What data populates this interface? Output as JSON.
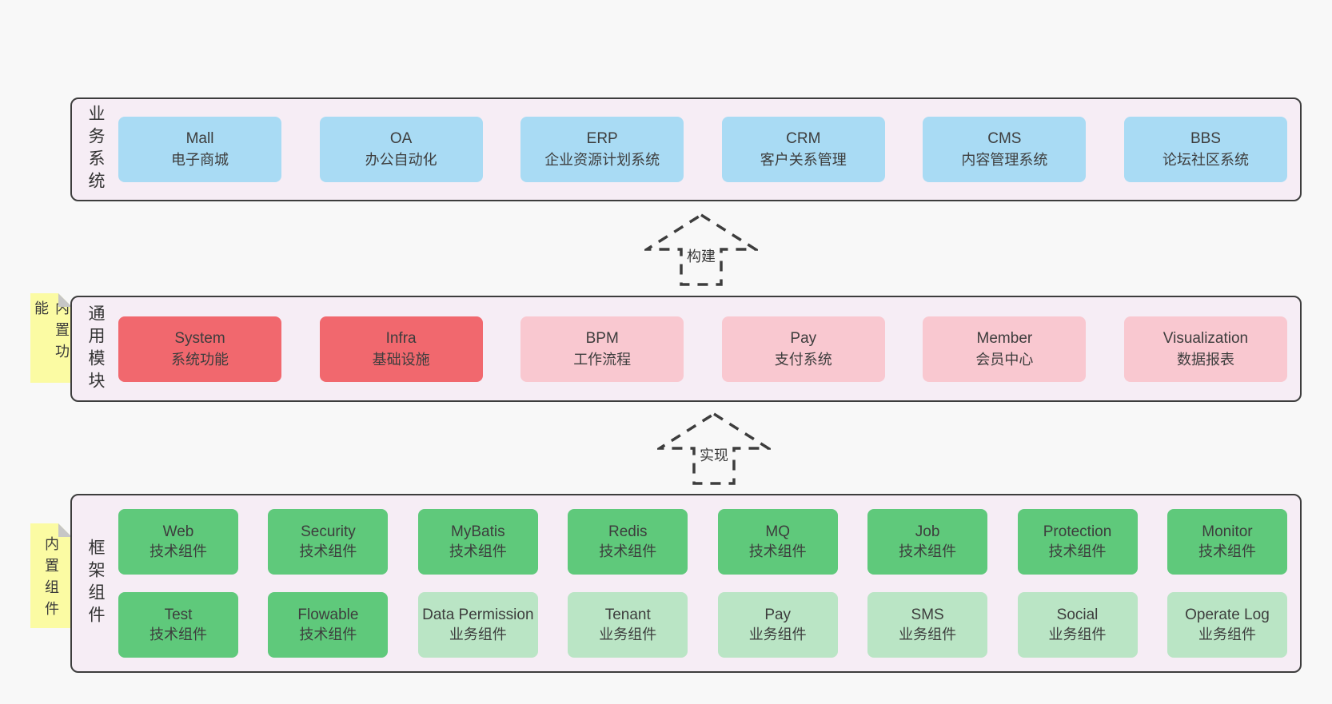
{
  "theme": {
    "page_bg": "#f8f8f8",
    "band_bg": "#f6edf5",
    "band_border": "#3d3d3d",
    "blue": "#a9dbf4",
    "red": "#f1686e",
    "pink": "#f9c8d0",
    "green": "#5fc97b",
    "green_light": "#bae5c5",
    "sticky_yellow": "#fbfba3",
    "sticky_fold": "#c6c6c6",
    "text_dark": "#3d3d3d",
    "arrow": "#3d3d3d"
  },
  "bands": [
    {
      "label": "业务系统",
      "boxes": [
        {
          "name": "Mall",
          "desc": "电子商城"
        },
        {
          "name": "OA",
          "desc": "办公自动化"
        },
        {
          "name": "ERP",
          "desc": "企业资源计划系统"
        },
        {
          "name": "CRM",
          "desc": "客户关系管理"
        },
        {
          "name": "CMS",
          "desc": "内容管理系统"
        },
        {
          "name": "BBS",
          "desc": "论坛社区系统"
        }
      ]
    },
    {
      "label": "通用模块",
      "sticky": "内置功能",
      "boxes": [
        {
          "name": "System",
          "desc": "系统功能"
        },
        {
          "name": "Infra",
          "desc": "基础设施"
        },
        {
          "name": "BPM",
          "desc": "工作流程"
        },
        {
          "name": "Pay",
          "desc": "支付系统"
        },
        {
          "name": "Member",
          "desc": "会员中心"
        },
        {
          "name": "Visualization",
          "desc": "数据报表"
        }
      ]
    },
    {
      "label": "框架组件",
      "sticky": "内置组件",
      "boxes": [
        {
          "name": "Web",
          "desc": "技术组件"
        },
        {
          "name": "Security",
          "desc": "技术组件"
        },
        {
          "name": "MyBatis",
          "desc": "技术组件"
        },
        {
          "name": "Redis",
          "desc": "技术组件"
        },
        {
          "name": "MQ",
          "desc": "技术组件"
        },
        {
          "name": "Job",
          "desc": "技术组件"
        },
        {
          "name": "Protection",
          "desc": "技术组件"
        },
        {
          "name": "Monitor",
          "desc": "技术组件"
        },
        {
          "name": "Test",
          "desc": "技术组件"
        },
        {
          "name": "Flowable",
          "desc": "技术组件"
        },
        {
          "name": "Data Permission",
          "desc": "业务组件"
        },
        {
          "name": "Tenant",
          "desc": "业务组件"
        },
        {
          "name": "Pay",
          "desc": "业务组件"
        },
        {
          "name": "SMS",
          "desc": "业务组件"
        },
        {
          "name": "Social",
          "desc": "业务组件"
        },
        {
          "name": "Operate Log",
          "desc": "业务组件"
        }
      ]
    }
  ],
  "arrows": [
    {
      "label": "构建"
    },
    {
      "label": "实现"
    }
  ]
}
